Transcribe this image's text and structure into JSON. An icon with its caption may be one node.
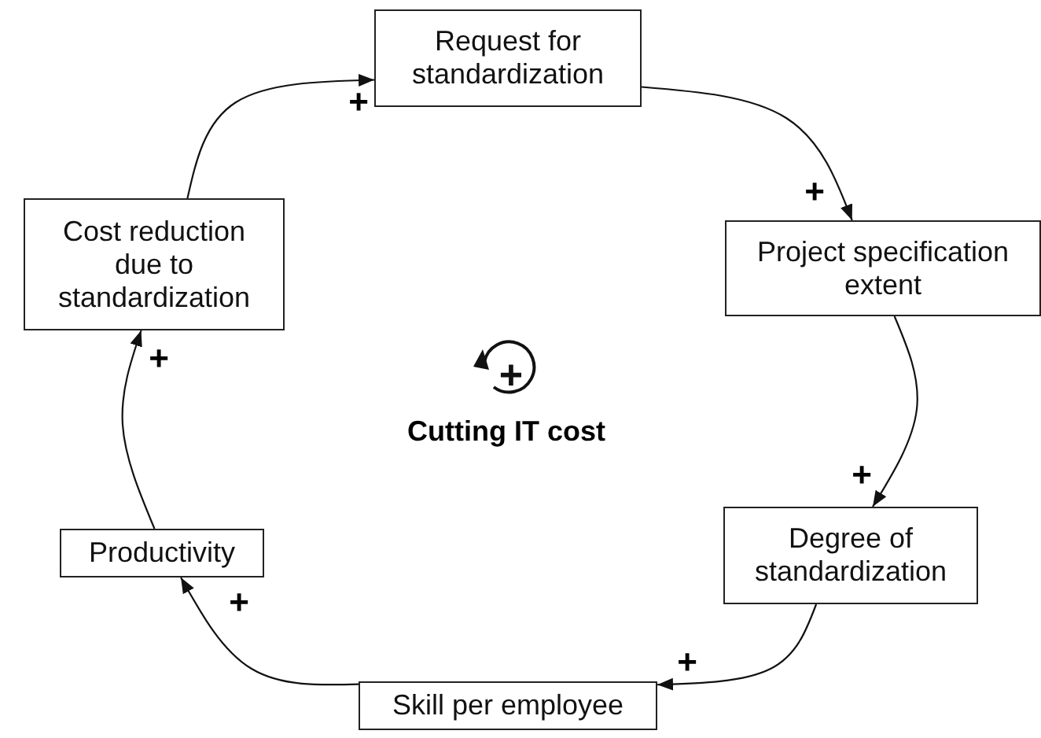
{
  "diagram": {
    "nodes": [
      {
        "text": [
          "Request for standardization"
        ]
      },
      {
        "text": [
          "Project specification extent"
        ]
      },
      {
        "text": [
          "Degree of standardization"
        ]
      },
      {
        "text": [
          "Skill per employee"
        ]
      },
      {
        "text": [
          "Productivity"
        ]
      },
      {
        "text": [
          "Cost reduction due to standardization"
        ]
      },
      {
        "text": [
          "+"
        ],
        "beside": [
          "Cutting IT cost"
        ]
      }
    ],
    "edges": [
      {
        "from": 0,
        "to": 1,
        "arrow": "to",
        "label": "+"
      },
      {
        "from": 1,
        "to": 2,
        "arrow": "to",
        "label": "+"
      },
      {
        "from": 2,
        "to": 3,
        "arrow": "to",
        "label": "+"
      },
      {
        "from": 3,
        "to": 4,
        "arrow": "to",
        "label": "+"
      },
      {
        "from": 4,
        "to": 5,
        "arrow": "to",
        "label": "+"
      },
      {
        "from": 5,
        "to": 0,
        "arrow": "to",
        "label": "+"
      }
    ]
  }
}
